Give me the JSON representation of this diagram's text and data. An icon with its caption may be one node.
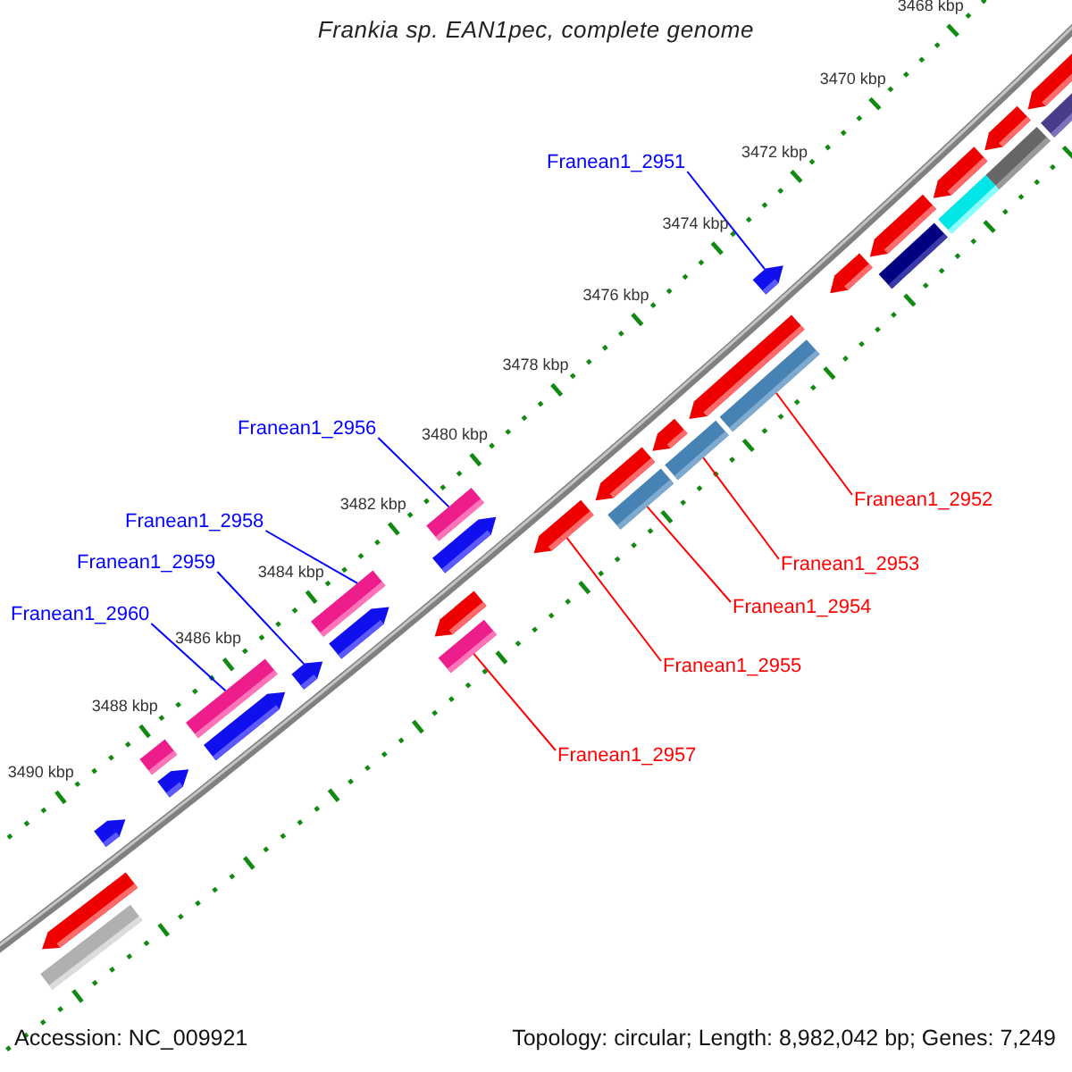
{
  "diagram": {
    "title": "Frankia sp. EAN1pec, complete genome",
    "nodes": [
      {
        "text": [
          "Franean1_2951"
        ]
      },
      {
        "text": [
          "Franean1_2956"
        ]
      },
      {
        "text": [
          "Franean1_2952"
        ]
      },
      {
        "text": [
          "Franean1_2958"
        ]
      },
      {
        "text": [
          "Franean1_2959"
        ]
      },
      {
        "text": [
          "Franean1_2953"
        ]
      },
      {
        "text": [
          "Franean1_2954"
        ]
      },
      {
        "text": [
          "Franean1_2960"
        ]
      },
      {
        "text": [
          "Franean1_2955"
        ]
      },
      {
        "text": [
          "Franean1_2957"
        ]
      },
      {
        "text": [],
        "shape": "arrow"
      },
      {
        "text": [],
        "shape": "bar"
      },
      {
        "text": [],
        "shape": "arrow"
      },
      {
        "text": [],
        "shape": "bar"
      },
      {
        "text": [],
        "shape": "arrow"
      },
      {
        "text": [],
        "shape": "bar"
      },
      {
        "text": [],
        "shape": "arrow"
      },
      {
        "text": [],
        "shape": "bar"
      },
      {
        "text": [],
        "shape": "arrow"
      },
      {
        "text": [],
        "shape": "arrow"
      },
      {
        "text": [],
        "shape": "arrow"
      },
      {
        "text": [],
        "shape": "bar"
      },
      {
        "text": [],
        "shape": "bar"
      },
      {
        "text": [],
        "shape": "arrow"
      },
      {
        "text": [],
        "shape": "arrow"
      },
      {
        "text": [],
        "shape": "bar"
      },
      {
        "text": [],
        "shape": "arrow"
      },
      {
        "text": [],
        "shape": "bar"
      },
      {
        "text": [],
        "shape": "arrow"
      },
      {
        "text": [],
        "shape": "arrow"
      },
      {
        "text": [],
        "shape": "bar"
      },
      {
        "text": [],
        "shape": "bar"
      },
      {
        "text": [],
        "shape": "arrow"
      },
      {
        "text": [],
        "shape": "arrow"
      },
      {
        "text": [],
        "shape": "bar"
      },
      {
        "text": [],
        "shape": "arrow"
      },
      {
        "text": [],
        "shape": "bar"
      },
      {
        "text": [],
        "shape": "arrow"
      },
      {
        "text": [],
        "shape": "arrow"
      },
      {
        "text": [],
        "shape": "arrow"
      },
      {
        "text": [],
        "shape": "bar"
      }
    ],
    "edges": [
      {
        "from": 0,
        "to": 19,
        "arrow": "none",
        "color": "#0000ff"
      },
      {
        "from": 1,
        "to": 27,
        "arrow": "none",
        "color": "#0000ff"
      },
      {
        "from": 2,
        "to": 21,
        "arrow": "none",
        "color": "#ff0000"
      },
      {
        "from": 3,
        "to": 31,
        "arrow": "none",
        "color": "#0000ff"
      },
      {
        "from": 4,
        "to": 33,
        "arrow": "none",
        "color": "#0000ff"
      },
      {
        "from": 5,
        "to": 22,
        "arrow": "none",
        "color": "#ff0000"
      },
      {
        "from": 6,
        "to": 25,
        "arrow": "none",
        "color": "#ff0000"
      },
      {
        "from": 7,
        "to": 34,
        "arrow": "none",
        "color": "#0000ff"
      },
      {
        "from": 8,
        "to": 26,
        "arrow": "none",
        "color": "#ff0000"
      },
      {
        "from": 9,
        "to": 30,
        "arrow": "none",
        "color": "#ff0000"
      }
    ],
    "labels": [
      "3468 kbp",
      "3470 kbp",
      "3472 kbp",
      "3474 kbp",
      "3476 kbp",
      "3478 kbp",
      "3480 kbp",
      "3482 kbp",
      "3484 kbp",
      "3486 kbp",
      "3488 kbp",
      "3490 kbp",
      "Accession: NC_009921",
      "Topology: circular; Length: 8,982,042 bp; Genes: 7,249"
    ]
  }
}
